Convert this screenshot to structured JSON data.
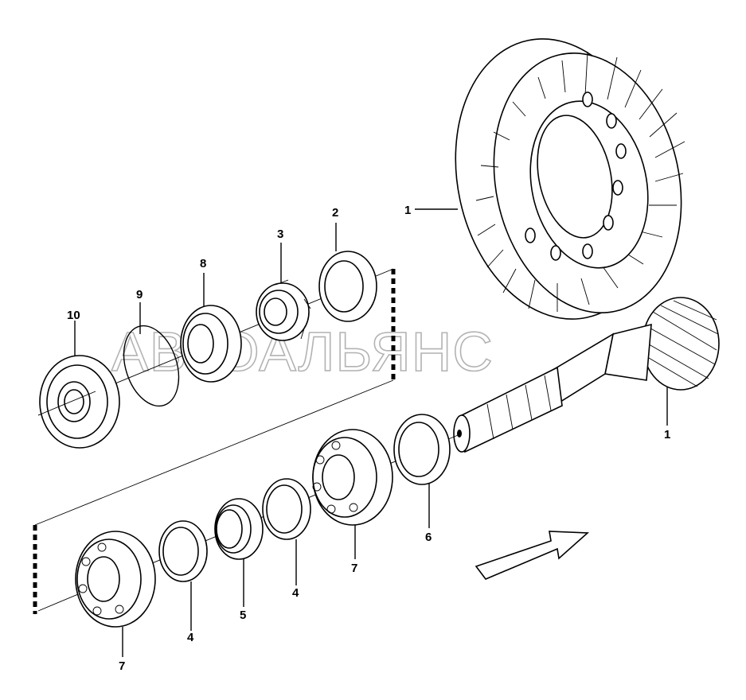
{
  "watermark": "АВТОАЛЬЯНС",
  "labels": {
    "ring_gear": "1",
    "pinion": "1",
    "washer_2": "2",
    "nut_3": "3",
    "bearing_8": "8",
    "ring_9": "9",
    "bearing_10": "10",
    "shim_6": "6",
    "bearing_7_right": "7",
    "shim_4_right": "4",
    "spacer_5": "5",
    "shim_4_left": "4",
    "bearing_7_left": "7"
  },
  "icons": {
    "direction_arrow": "arrow-up-right-icon"
  }
}
